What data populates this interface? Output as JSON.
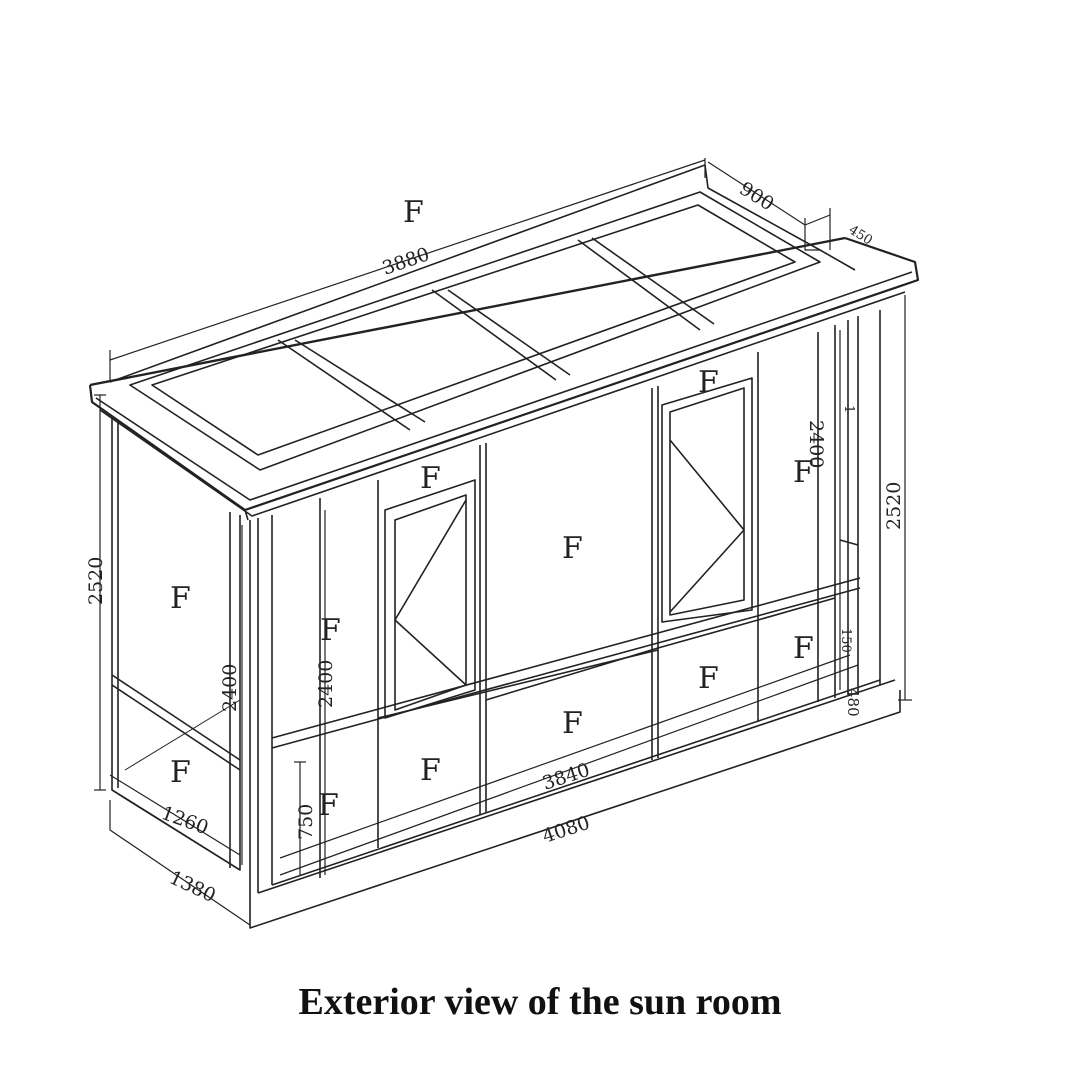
{
  "caption": "Exterior view of the sun room",
  "panel_label": "F",
  "dimensions": {
    "top_length": "3880",
    "top_depth": "900",
    "top_small": "450",
    "left_height": "2520",
    "right_height": "2520",
    "left_inner_height": "2400",
    "front_inner_height": "2400",
    "right_inner_height": "2400",
    "left_depth_inner": "1260",
    "left_depth_outer": "1380",
    "front_inner_length": "3840",
    "front_outer_length": "4080",
    "lower_height": "750",
    "right_small_a": "480",
    "right_small_b": "150",
    "right_small_c": "1"
  }
}
